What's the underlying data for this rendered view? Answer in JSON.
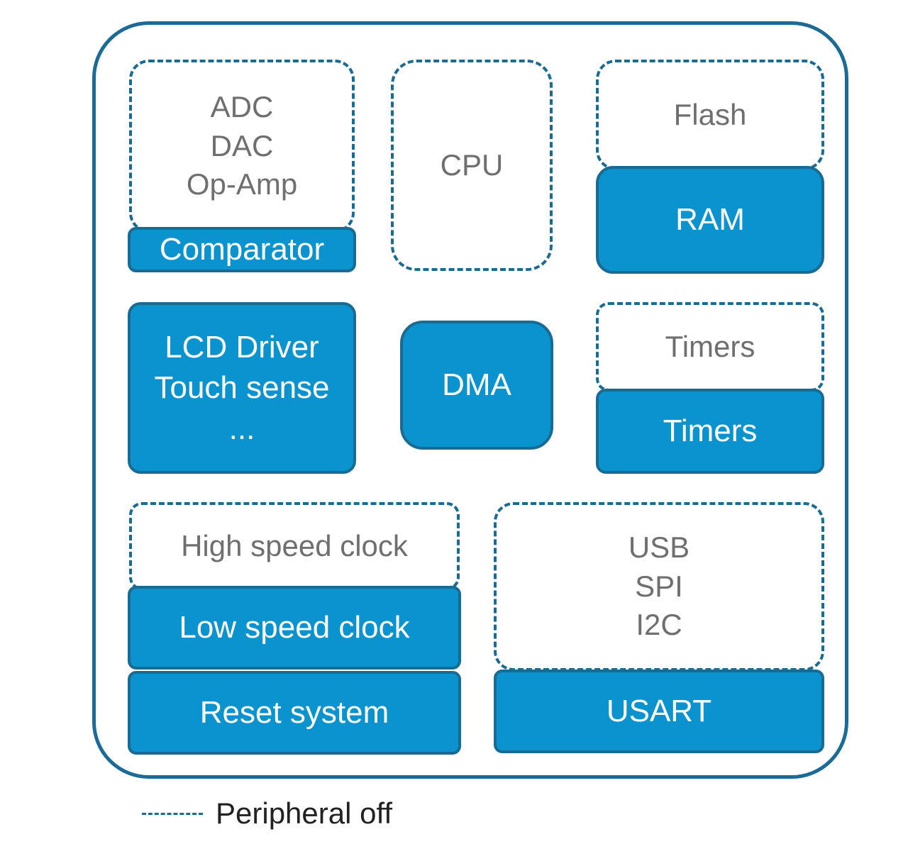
{
  "blocks": {
    "analog_off": [
      "ADC",
      "DAC",
      "Op-Amp"
    ],
    "comparator": "Comparator",
    "cpu": "CPU",
    "flash": "Flash",
    "ram": "RAM",
    "lcd": [
      "LCD Driver",
      "Touch sense",
      "..."
    ],
    "dma": "DMA",
    "timers_off": "Timers",
    "timers_on": "Timers",
    "high_speed_clock": "High speed clock",
    "low_speed_clock": "Low speed clock",
    "reset_system": "Reset system",
    "comm_off": [
      "USB",
      "SPI",
      "I2C"
    ],
    "usart": "USART"
  },
  "legend": {
    "label": "Peripheral off"
  },
  "colors": {
    "on_fill": "#0b93cf",
    "border": "#1a6b93",
    "off_text": "#6f6f6f",
    "on_text": "#ffffff"
  }
}
